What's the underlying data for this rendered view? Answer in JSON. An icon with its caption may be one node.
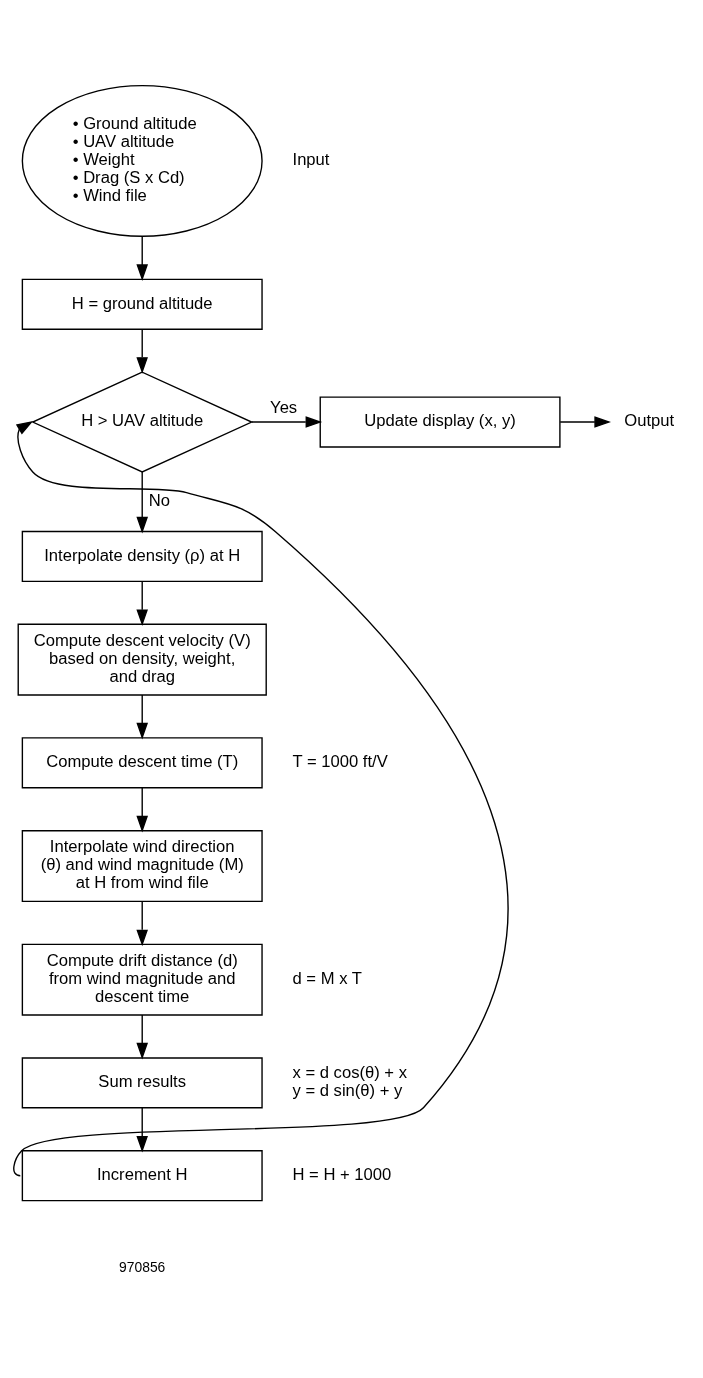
{
  "diagram": {
    "nodes": [
      {
        "text": [
          "• Ground altitude",
          "• UAV altitude",
          "• Weight",
          "• Drag (S x Cd)",
          "• Wind file"
        ],
        "beside": [
          "Input"
        ]
      },
      {
        "text": [
          "H = ground altitude"
        ]
      },
      {
        "text": [
          "H > UAV altitude"
        ]
      },
      {
        "text": [
          "Update display (x, y)"
        ]
      },
      {
        "text": [
          "Output"
        ]
      },
      {
        "text": [
          "Interpolate density (ρ) at H"
        ]
      },
      {
        "text": [
          "Compute descent velocity (V) based on density, weight, and drag"
        ]
      },
      {
        "text": [
          "Compute descent time (T)"
        ],
        "beside": [
          "T = 1000 ft/V"
        ]
      },
      {
        "text": [
          "Interpolate wind direction (θ) and wind magnitude (M) at H from wind file"
        ]
      },
      {
        "text": [
          "Compute drift distance (d) from wind magnitude and descent time"
        ],
        "beside": [
          "d = M x T"
        ]
      },
      {
        "text": [
          "Sum results"
        ],
        "beside": [
          "x = d cos(θ) + x",
          "y = d sin(θ) + y"
        ]
      },
      {
        "text": [
          "Increment H"
        ],
        "beside": [
          "H = H + 1000"
        ]
      }
    ],
    "edges": [
      {
        "from": 0,
        "to": 1,
        "arrow": "to"
      },
      {
        "from": 1,
        "to": 2,
        "arrow": "to"
      },
      {
        "from": 2,
        "to": 3,
        "arrow": "to",
        "label": "Yes"
      },
      {
        "from": 3,
        "to": 4,
        "arrow": "to"
      },
      {
        "from": 2,
        "to": 5,
        "arrow": "to",
        "label": "No"
      },
      {
        "from": 5,
        "to": 6,
        "arrow": "to"
      },
      {
        "from": 6,
        "to": 7,
        "arrow": "to"
      },
      {
        "from": 7,
        "to": 8,
        "arrow": "to"
      },
      {
        "from": 8,
        "to": 9,
        "arrow": "to"
      },
      {
        "from": 9,
        "to": 10,
        "arrow": "to"
      },
      {
        "from": 10,
        "to": 11,
        "arrow": "to"
      },
      {
        "from": 11,
        "to": 2,
        "arrow": "to"
      }
    ],
    "labels": [
      "970856"
    ]
  }
}
